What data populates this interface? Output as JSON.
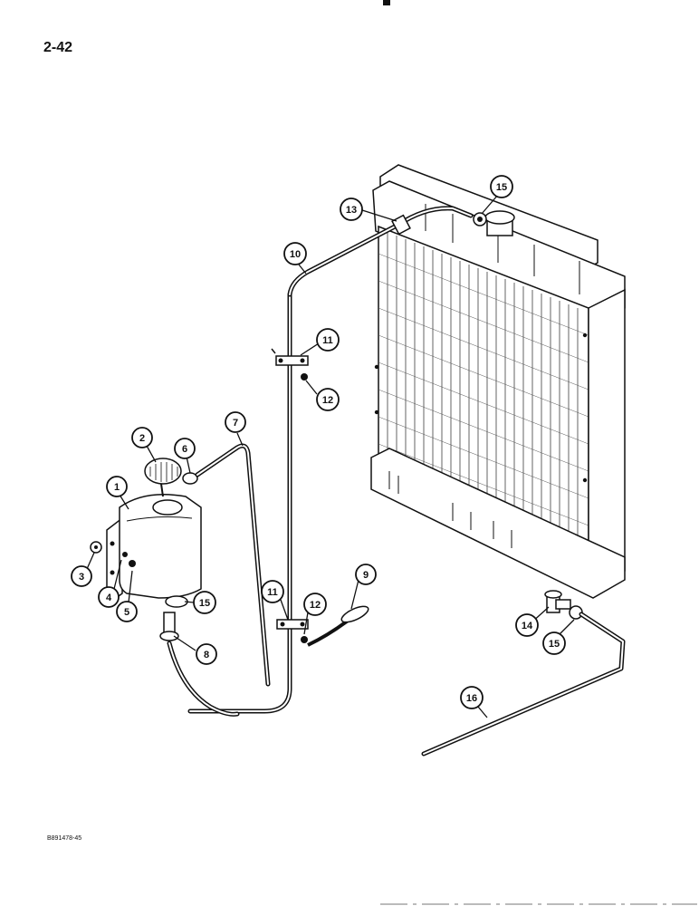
{
  "page": {
    "number": "2-42",
    "figure_code": "B891478-45"
  },
  "callouts": [
    {
      "id": "c1",
      "label": "1"
    },
    {
      "id": "c2",
      "label": "2"
    },
    {
      "id": "c3",
      "label": "3"
    },
    {
      "id": "c4",
      "label": "4"
    },
    {
      "id": "c5",
      "label": "5"
    },
    {
      "id": "c6",
      "label": "6"
    },
    {
      "id": "c7",
      "label": "7"
    },
    {
      "id": "c8",
      "label": "8"
    },
    {
      "id": "c9",
      "label": "9"
    },
    {
      "id": "c10",
      "label": "10"
    },
    {
      "id": "c11a",
      "label": "11"
    },
    {
      "id": "c11b",
      "label": "11"
    },
    {
      "id": "c12a",
      "label": "12"
    },
    {
      "id": "c12b",
      "label": "12"
    },
    {
      "id": "c13",
      "label": "13"
    },
    {
      "id": "c14",
      "label": "14"
    },
    {
      "id": "c15a",
      "label": "15"
    },
    {
      "id": "c15b",
      "label": "15"
    },
    {
      "id": "c15c",
      "label": "15"
    },
    {
      "id": "c16",
      "label": "16"
    }
  ]
}
